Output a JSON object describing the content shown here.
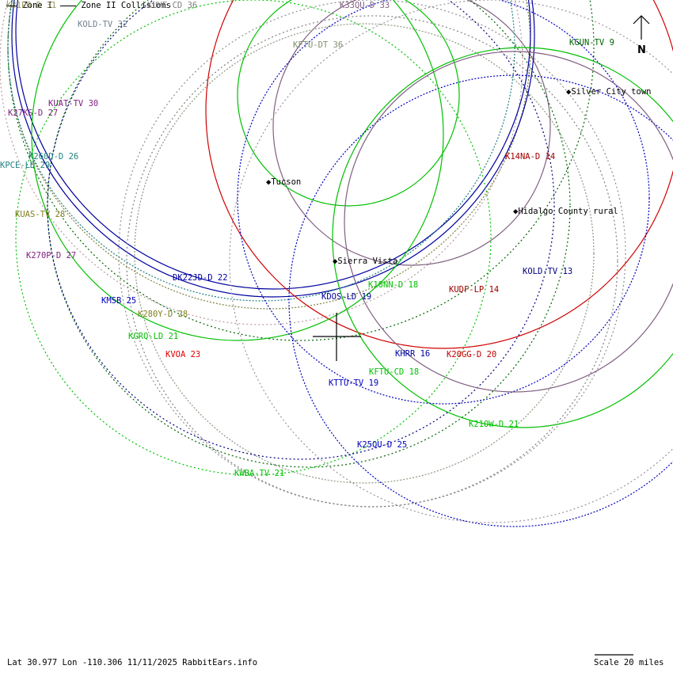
{
  "legend": {
    "zone1": "Zone I",
    "zone2": "Zone II Collisions"
  },
  "compass": {
    "label": "N"
  },
  "footer": {
    "coords": "Lat 30.977 Lon -110.306 11/11/2025 RabbitEars.info",
    "scale": "Scale 20 miles"
  },
  "cities": [
    {
      "name": "Tucson"
    },
    {
      "name": "Sierra Vista"
    },
    {
      "name": "Silver City town"
    },
    {
      "name": "Hidalgo County rural"
    }
  ],
  "stations": [
    {
      "label": "K31PO-D 31",
      "color": "#808040"
    },
    {
      "label": "KUVE-CD 36",
      "color": "#808080"
    },
    {
      "label": "KOLD-TV 32",
      "color": "#708090"
    },
    {
      "label": "K33QU-D 33",
      "color": "#806080"
    },
    {
      "label": "KFTU-DT 36",
      "color": "#808f70"
    },
    {
      "label": "KGUN-TV 9",
      "color": "#006400"
    },
    {
      "label": "KUAT-TV 30",
      "color": "#802080"
    },
    {
      "label": "K27KS-D 27",
      "color": "#802080"
    },
    {
      "label": "K260D-D 26",
      "color": "#208080"
    },
    {
      "label": "KPCE-LD 29",
      "color": "#208080"
    },
    {
      "label": "KUAS-TV 28",
      "color": "#808020"
    },
    {
      "label": "K270P-D 27",
      "color": "#802080"
    },
    {
      "label": "DK22JD-D 22",
      "color": "#0000a0"
    },
    {
      "label": "KMSB 25",
      "color": "#0000c0"
    },
    {
      "label": "K280Y-D 28",
      "color": "#808020"
    },
    {
      "label": "KGRQ-LD 21",
      "color": "#00c000"
    },
    {
      "label": "KVOA 23",
      "color": "#e00000"
    },
    {
      "label": "K18NN-D 18",
      "color": "#00c000"
    },
    {
      "label": "KDOS-LD 19",
      "color": "#0000a0"
    },
    {
      "label": "KUDF-LP 14",
      "color": "#a00000"
    },
    {
      "label": "K14NA-D 14",
      "color": "#a00000"
    },
    {
      "label": "KOLD-TV 13",
      "color": "#000080"
    },
    {
      "label": "KHRR 16",
      "color": "#0000a0"
    },
    {
      "label": "K20GG-D 20",
      "color": "#c00000"
    },
    {
      "label": "KFTU-CD 18",
      "color": "#00c000"
    },
    {
      "label": "KTTU-TV 19",
      "color": "#0000c0"
    },
    {
      "label": "K21OW-D 21",
      "color": "#00c000"
    },
    {
      "label": "K25QU-D 25",
      "color": "#0000c0"
    },
    {
      "label": "KWBA-TV 21",
      "color": "#00c000"
    }
  ]
}
